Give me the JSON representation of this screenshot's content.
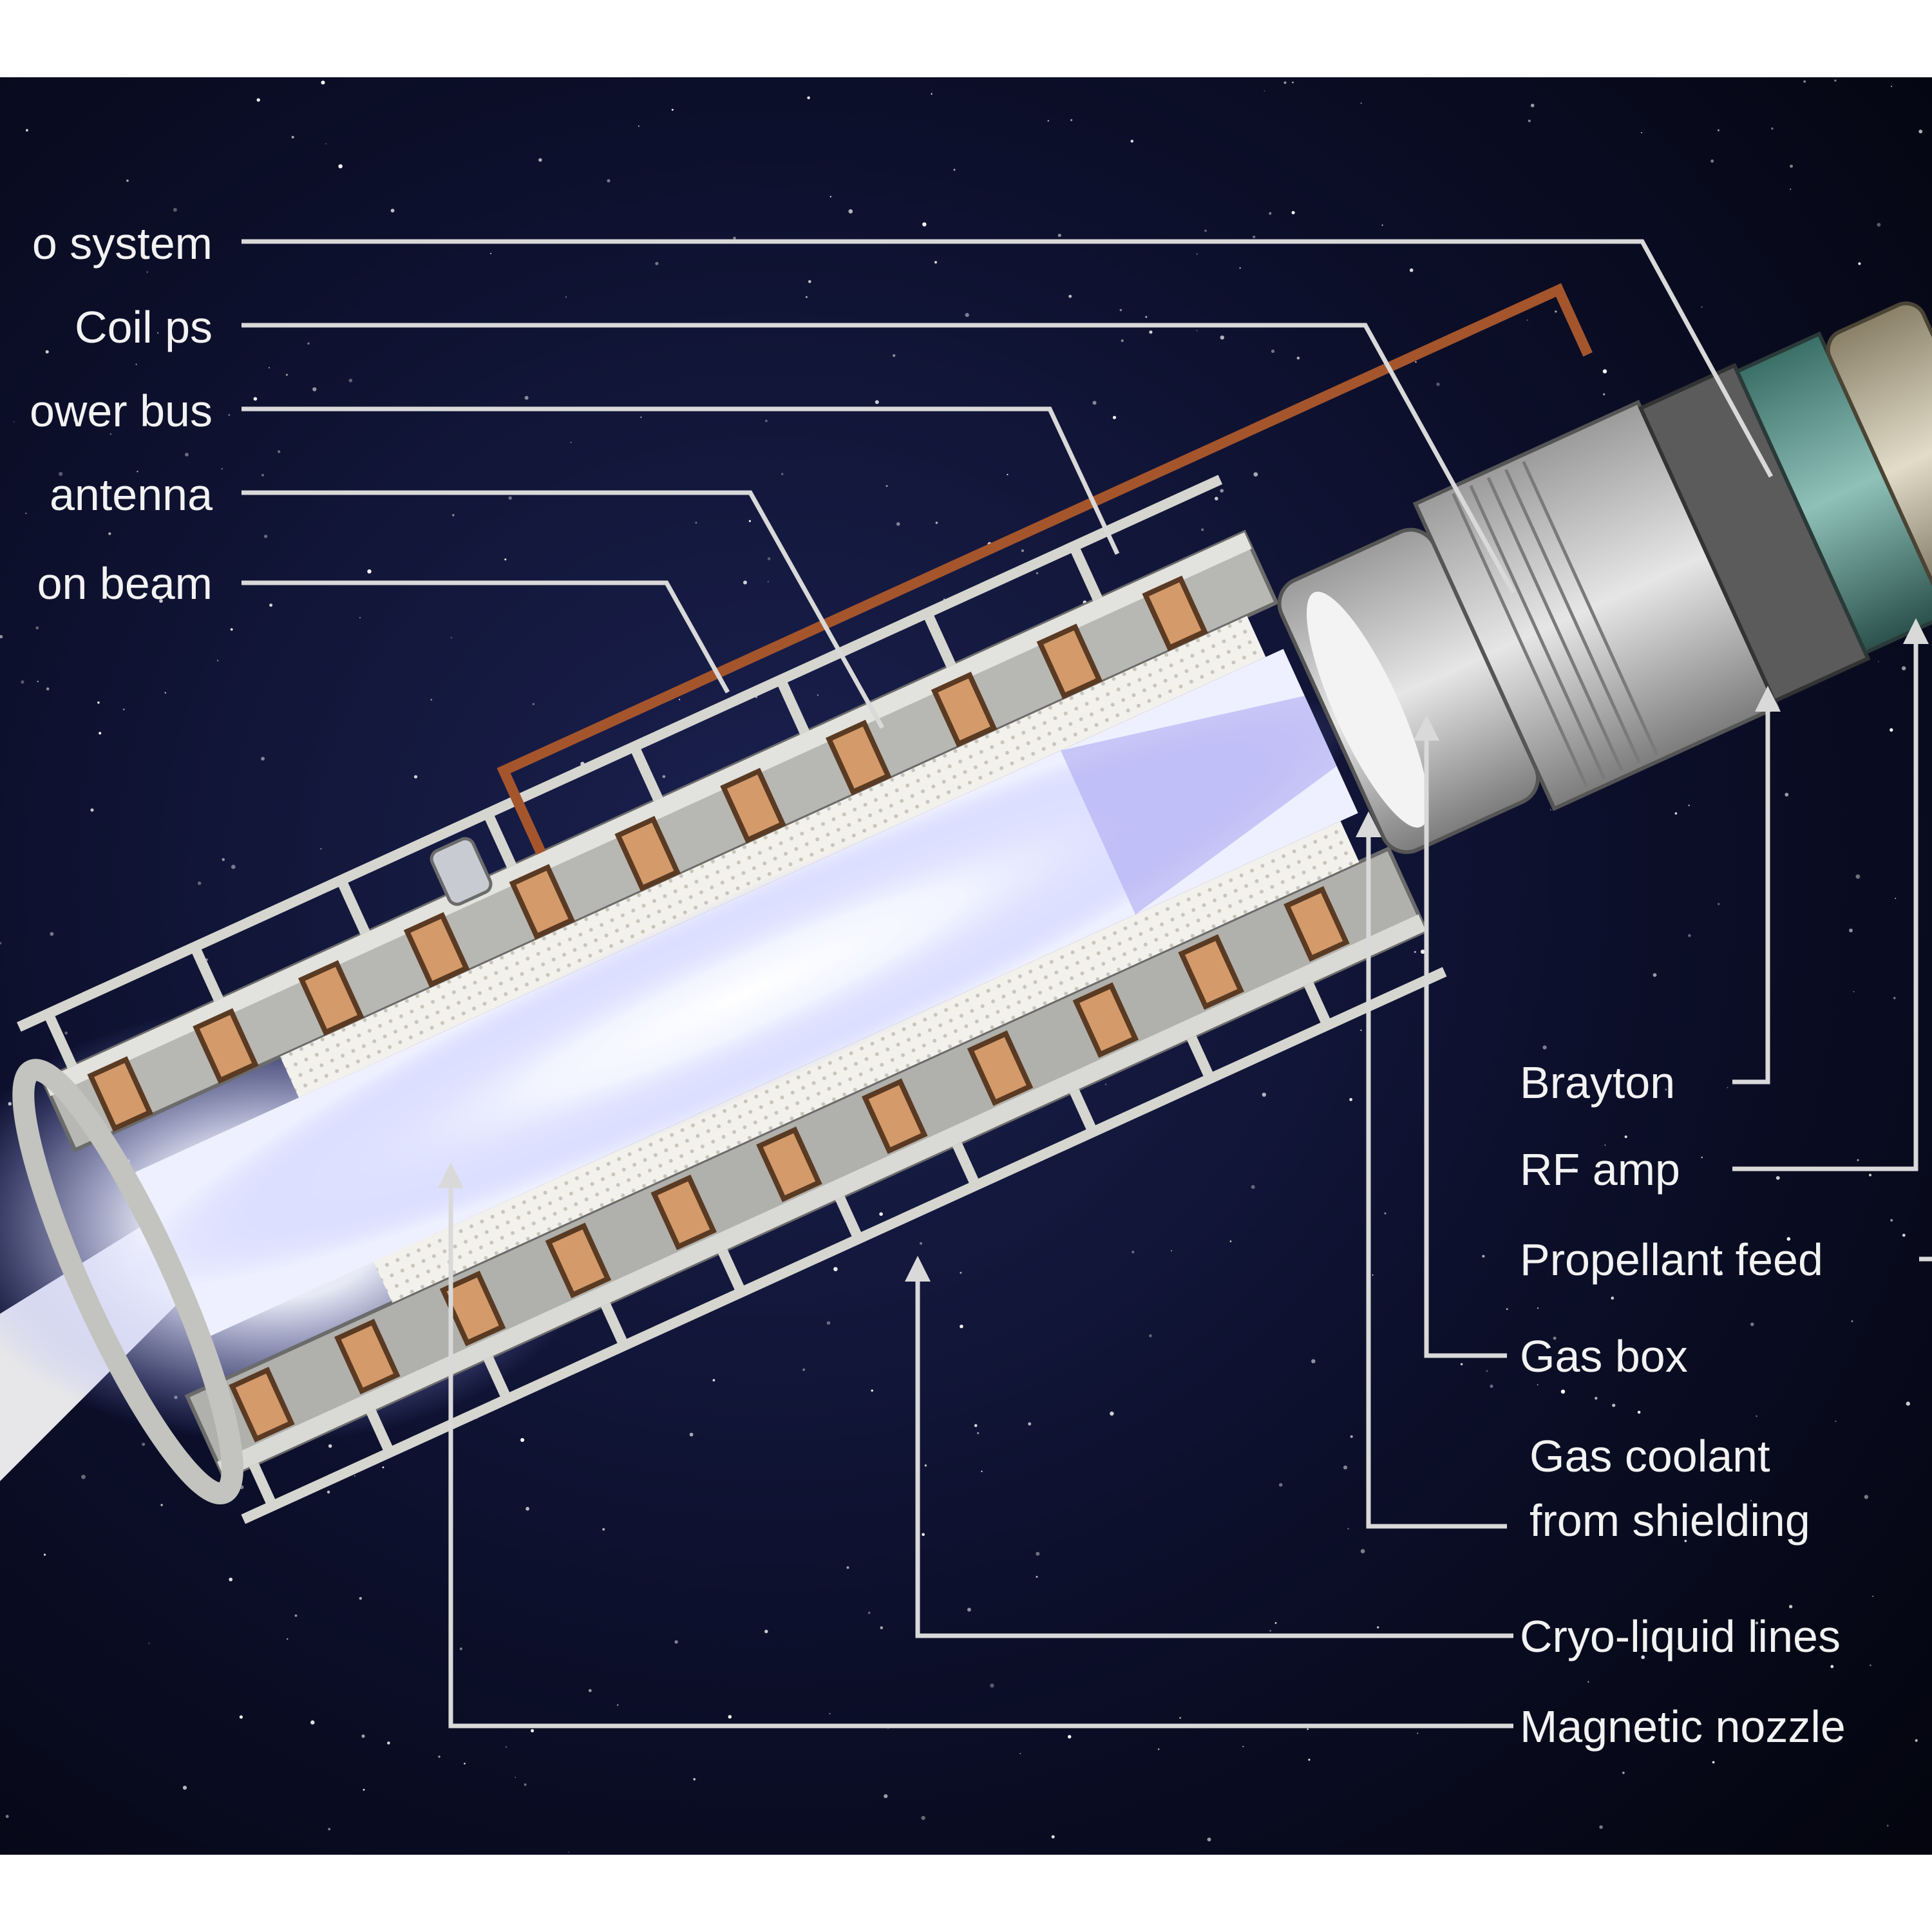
{
  "colors": {
    "background": "#ffffff",
    "space": "#090b1c",
    "leader_line": "#d9d9d9",
    "label_text": "#f2f2f2",
    "coil": "#d49a6a",
    "copper_pipe": "#a5552c",
    "plasma": "#ffffff"
  },
  "labels_left": [
    "o system",
    "Coil ps",
    "ower bus",
    " antenna",
    "on beam"
  ],
  "labels_right": [
    "Brayton",
    "RF amp",
    "Propellant feed",
    "Gas box",
    "Gas coolant",
    "from shielding",
    "Cryo-liquid lines",
    "Magnetic nozzle"
  ]
}
